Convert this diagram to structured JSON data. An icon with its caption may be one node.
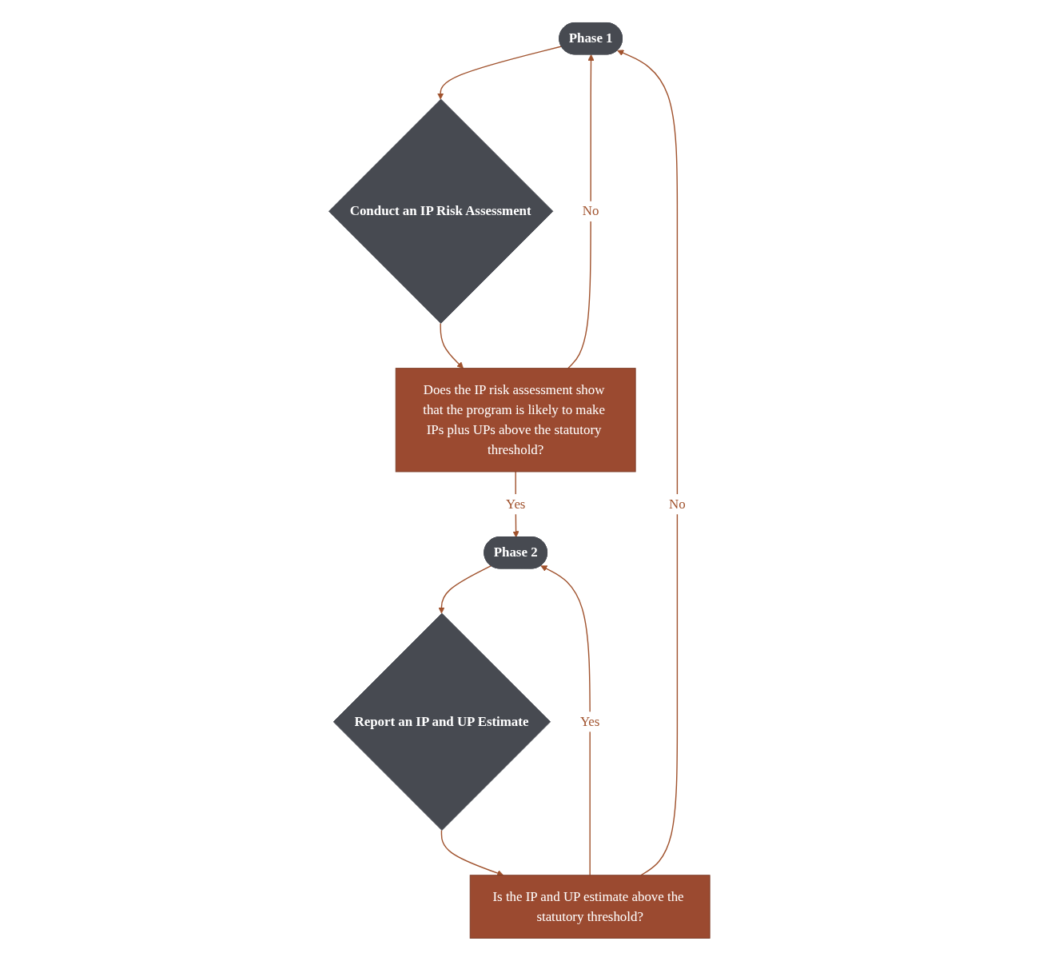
{
  "diagram": {
    "nodes": [
      {
        "text": [
          "Phase 1"
        ]
      },
      {
        "text": [
          "Conduct an IP Risk Assessment"
        ]
      },
      {
        "text": [
          "Does the IP risk assessment show that the program is likely to make IPs plus UPs above the statutory threshold?"
        ]
      },
      {
        "text": [
          "Phase 2"
        ]
      },
      {
        "text": [
          "Report an IP and UP Estimate"
        ]
      },
      {
        "text": [
          "Is the IP and UP estimate above the statutory threshold?"
        ]
      }
    ],
    "edges": [
      {
        "from": 0,
        "to": 1,
        "arrow": "to"
      },
      {
        "from": 1,
        "to": 2,
        "arrow": "to"
      },
      {
        "from": 2,
        "to": 3,
        "arrow": "to",
        "label": "Yes"
      },
      {
        "from": 2,
        "to": 0,
        "arrow": "to",
        "label": "No"
      },
      {
        "from": 3,
        "to": 4,
        "arrow": "to"
      },
      {
        "from": 4,
        "to": 5,
        "arrow": "to"
      },
      {
        "from": 5,
        "to": 3,
        "arrow": "to",
        "label": "Yes"
      },
      {
        "from": 5,
        "to": 0,
        "arrow": "to",
        "label": "No"
      }
    ]
  }
}
